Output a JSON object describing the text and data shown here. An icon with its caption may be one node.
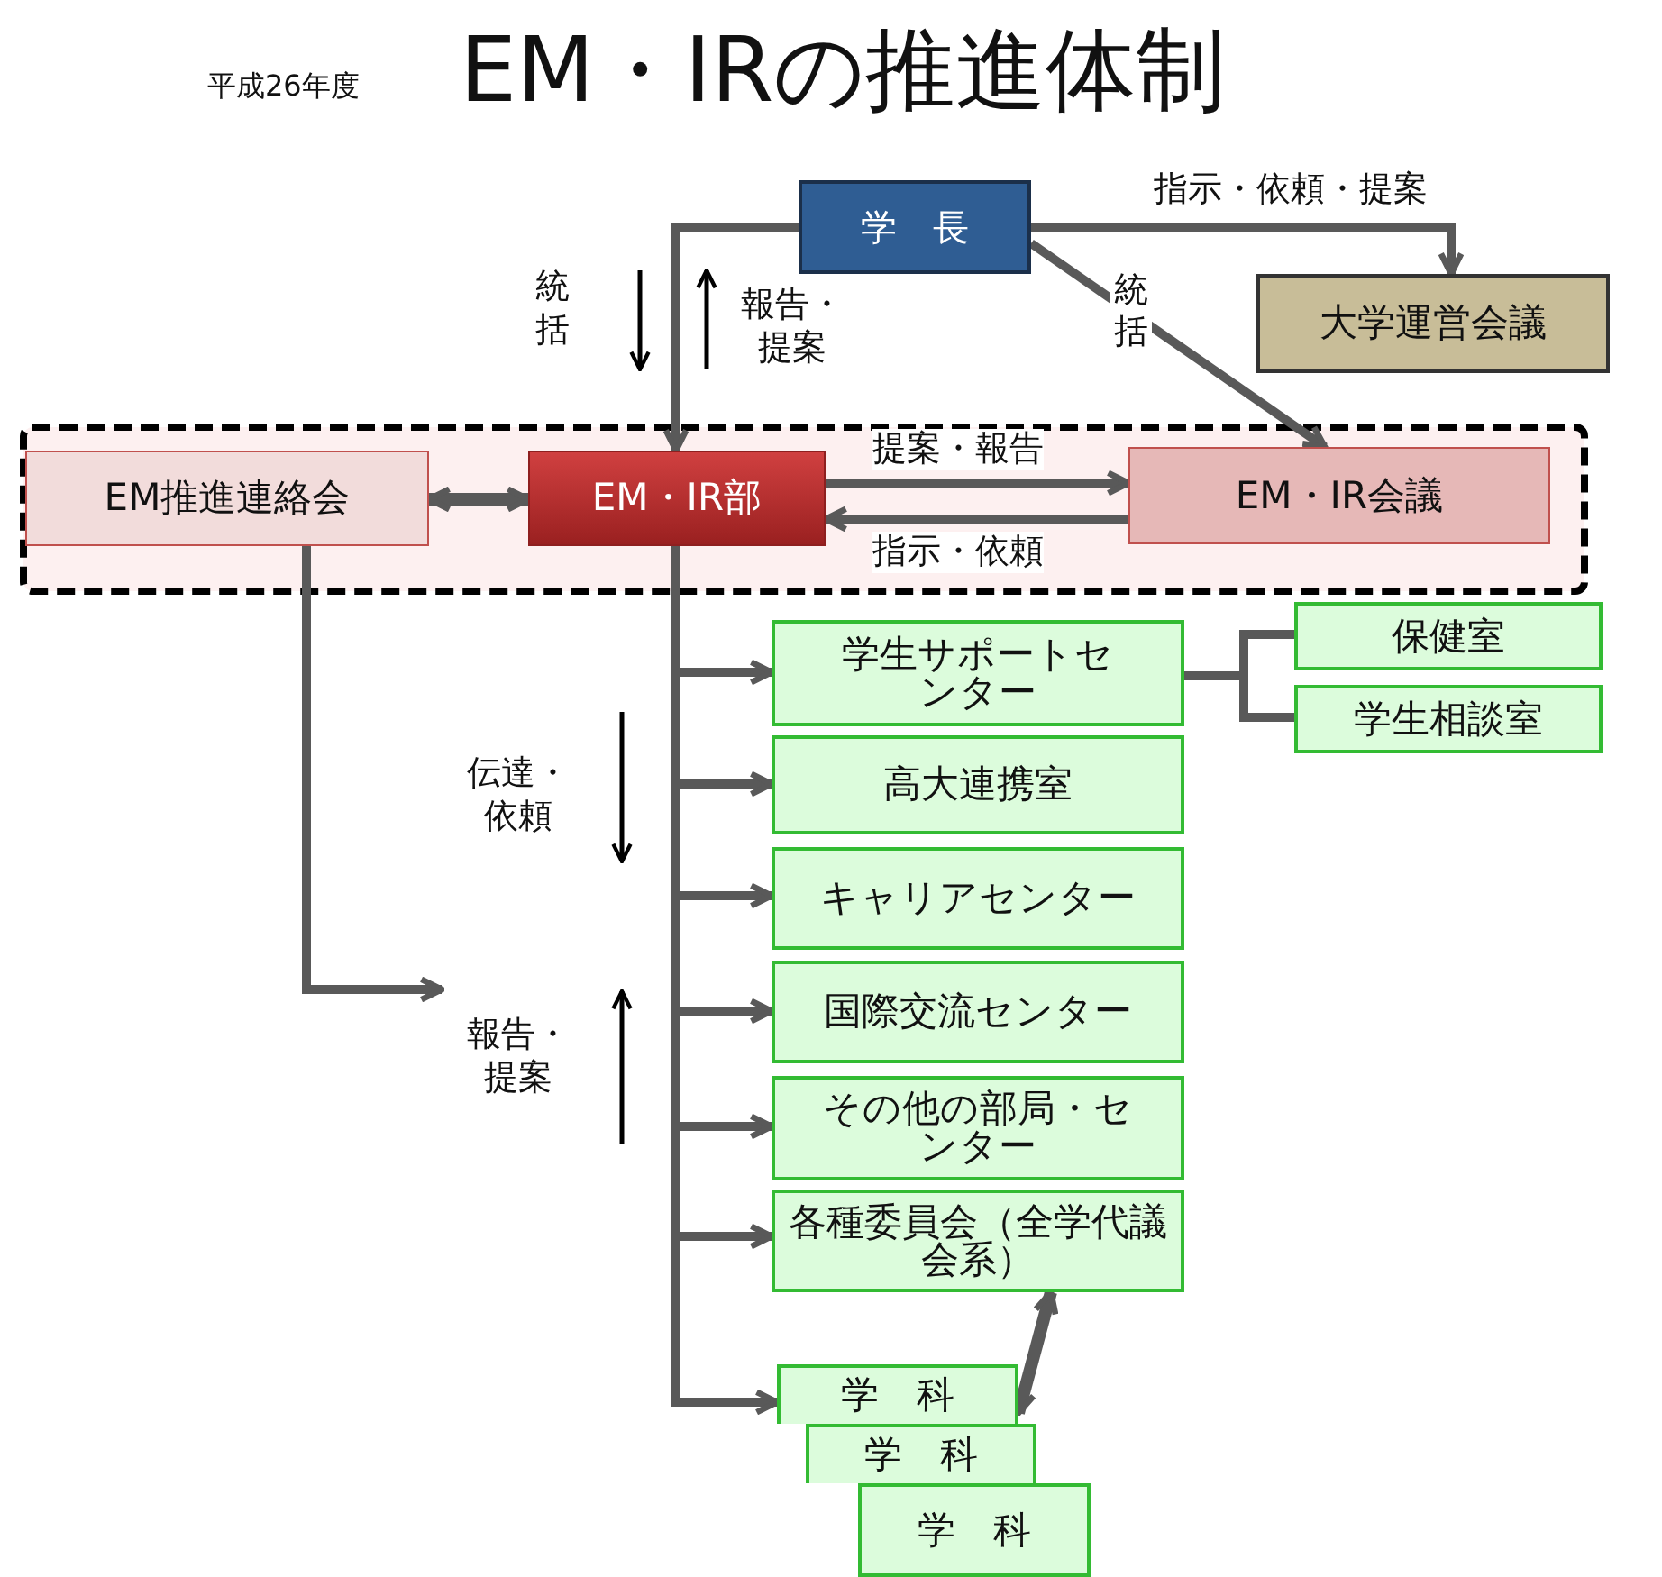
{
  "diagram": {
    "title": "EM・IRの推進体制",
    "nodes": [
      {
        "text": [
          "学　長"
        ]
      },
      {
        "text": [
          "大学運営会議"
        ]
      },
      {
        "text": [
          "EM推進連絡会"
        ]
      },
      {
        "text": [
          "EM・IR部"
        ]
      },
      {
        "text": [
          "EM・IR会議"
        ]
      },
      {
        "text": [
          "学生サポートセンター"
        ]
      },
      {
        "text": [
          "保健室"
        ]
      },
      {
        "text": [
          "学生相談室"
        ]
      },
      {
        "text": [
          "高大連携室"
        ]
      },
      {
        "text": [
          "キャリアセンター"
        ]
      },
      {
        "text": [
          "国際交流センター"
        ]
      },
      {
        "text": [
          "その他の部局・センター"
        ]
      },
      {
        "text": [
          "各種委員会（全学代議会系）"
        ]
      },
      {
        "text": [
          "学　科"
        ]
      },
      {
        "text": [
          "学　科"
        ]
      },
      {
        "text": [
          "学　科"
        ]
      }
    ],
    "edges": [
      {
        "from": 0,
        "to": 1,
        "arrow": "to",
        "label": "指示・依頼・提案"
      },
      {
        "from": 0,
        "to": 3,
        "arrow": "to"
      },
      {
        "from": 0,
        "to": 4,
        "arrow": "to",
        "label": "統括"
      },
      {
        "from": 2,
        "to": 3,
        "arrow": "both"
      },
      {
        "from": 3,
        "to": 4,
        "arrow": "to",
        "label": "提案・報告"
      },
      {
        "from": 4,
        "to": 3,
        "arrow": "to",
        "label": "指示・依頼"
      },
      {
        "from": 3,
        "to": 5,
        "arrow": "to"
      },
      {
        "from": 3,
        "to": 8,
        "arrow": "to"
      },
      {
        "from": 3,
        "to": 9,
        "arrow": "to"
      },
      {
        "from": 3,
        "to": 10,
        "arrow": "to"
      },
      {
        "from": 3,
        "to": 11,
        "arrow": "to"
      },
      {
        "from": 3,
        "to": 12,
        "arrow": "to"
      },
      {
        "from": 3,
        "to": 13,
        "arrow": "to"
      },
      {
        "from": 2,
        "to": null,
        "arrow": "to"
      },
      {
        "from": 5,
        "to": 6,
        "arrow": "none"
      },
      {
        "from": 5,
        "to": 7,
        "arrow": "none"
      },
      {
        "from": 12,
        "to": 13,
        "arrow": "both"
      }
    ],
    "labels": [
      "平成26年度",
      "統括",
      "報告・提案",
      "伝達・依頼",
      "報告・提案"
    ]
  }
}
